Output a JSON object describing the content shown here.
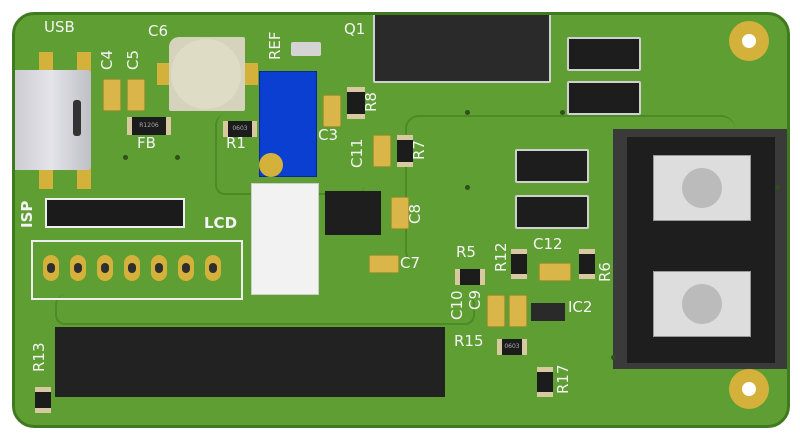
{
  "board": {
    "color": "#5f9e32",
    "silk_color": "#f4f4f4",
    "pad_color": "#d4b13a"
  },
  "labels": {
    "usb": "USB",
    "c6": "C6",
    "ref": "REF",
    "q1": "Q1",
    "c4": "C4",
    "c5": "C5",
    "fb": "FB",
    "r1": "R1",
    "c3": "C3",
    "r8": "R8",
    "c11": "C11",
    "r7": "R7",
    "c8": "C8",
    "isp": "ISP",
    "lcd": "LCD",
    "c7": "C7",
    "r5": "R5",
    "r12": "R12",
    "c12": "C12",
    "r6": "R6",
    "c10": "C10",
    "c9": "C9",
    "ic2": "IC2",
    "r15": "R15",
    "r17": "R17",
    "r13": "R13"
  },
  "markings": {
    "fb": "R1206",
    "r1": "0603",
    "r15": "0603"
  }
}
